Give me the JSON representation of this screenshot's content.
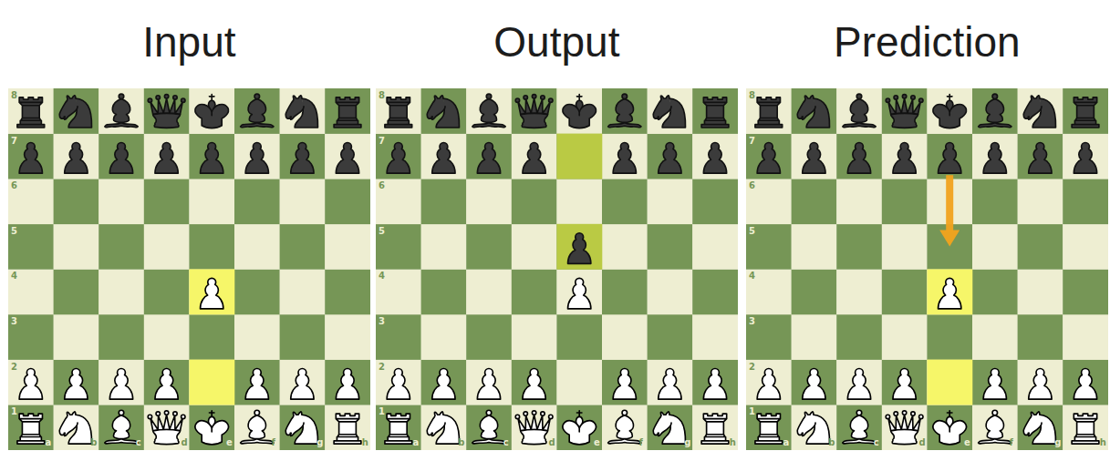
{
  "diagram": {
    "nodes": [
      {
        "text": [
          "Input"
        ]
      },
      {
        "text": [
          "Output"
        ]
      },
      {
        "text": [
          "Prediction"
        ]
      }
    ],
    "labels": [
      "8",
      "7",
      "6",
      "5",
      "4",
      "3",
      "2",
      "1",
      "a",
      "b",
      "c",
      "d",
      "e",
      "f",
      "g",
      "h",
      "8",
      "7",
      "6",
      "5",
      "4",
      "3",
      "2",
      "1",
      "a",
      "b",
      "c",
      "d",
      "e",
      "f",
      "g",
      "h",
      "8",
      "7",
      "6",
      "5",
      "4",
      "3",
      "2",
      "1",
      "a",
      "b",
      "c",
      "d",
      "e",
      "f",
      "g",
      "h"
    ]
  }
}
